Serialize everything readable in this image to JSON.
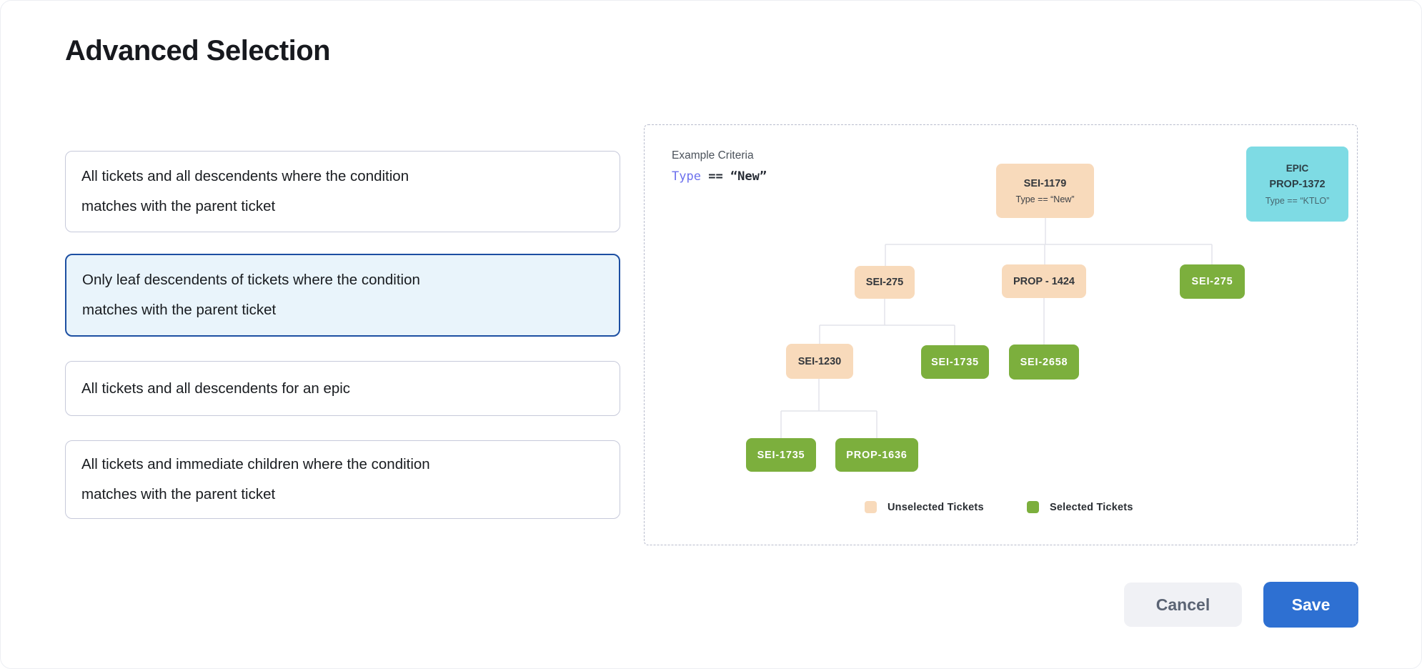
{
  "page": {
    "title": "Advanced Selection"
  },
  "options": [
    {
      "label": "All tickets and all descendents where the condition matches with the parent ticket",
      "selected": false
    },
    {
      "label": "Only leaf descendents of tickets where the condition matches with the parent ticket",
      "selected": true
    },
    {
      "label": "All tickets and all descendents for an epic",
      "selected": false
    },
    {
      "label": "All tickets and immediate children where the condition matches with the parent ticket",
      "selected": false
    }
  ],
  "example": {
    "heading": "Example Criteria",
    "criteria": {
      "field": "Type",
      "operator": "==",
      "value": "“New”"
    },
    "epic_card": {
      "line1": "EPIC",
      "line2": "PROP-1372",
      "line3": "Type == “KTLO”"
    },
    "tree": {
      "nodes": [
        {
          "id": "SEI-1179",
          "sub": "Type == “New”",
          "state": "unselected"
        },
        {
          "id": "SEI-275",
          "state": "unselected"
        },
        {
          "id": "PROP - 1424",
          "state": "unselected"
        },
        {
          "id": "SEI-275",
          "state": "selected"
        },
        {
          "id": "SEI-1230",
          "state": "unselected"
        },
        {
          "id": "SEI-1735",
          "state": "selected"
        },
        {
          "id": "SEI-2658",
          "state": "selected"
        },
        {
          "id": "SEI-1735",
          "state": "selected"
        },
        {
          "id": "PROP-1636",
          "state": "selected"
        }
      ]
    },
    "legend": [
      {
        "label": "Unselected Tickets",
        "color": "#f8dabb"
      },
      {
        "label": "Selected Tickets",
        "color": "#7caf3d"
      }
    ]
  },
  "footer": {
    "cancel_label": "Cancel",
    "save_label": "Save"
  },
  "colors": {
    "accent_blue": "#2e70d2",
    "selected_card_border": "#1d4fa2",
    "selected_card_bg": "#e9f4fb",
    "unselected_ticket": "#f8dabb",
    "selected_ticket": "#7caf3d",
    "epic_cyan": "#7edbe4"
  }
}
